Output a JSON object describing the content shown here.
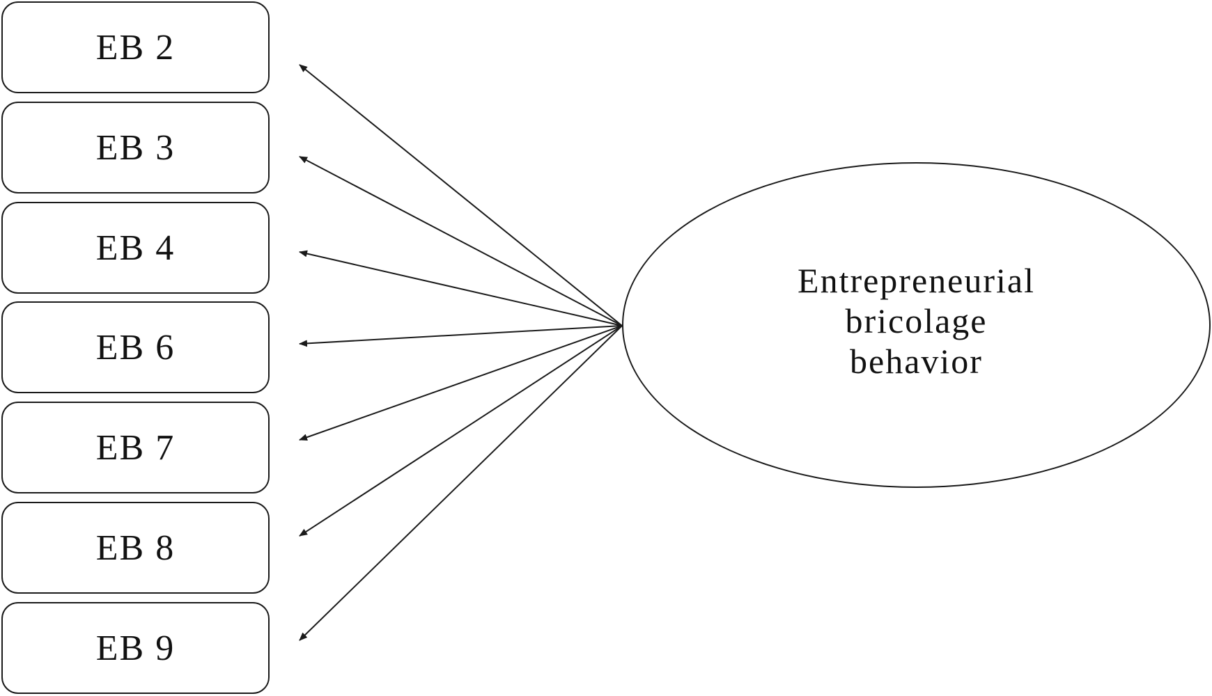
{
  "indicators": [
    {
      "label": "EB 2"
    },
    {
      "label": "EB 3"
    },
    {
      "label": "EB 4"
    },
    {
      "label": "EB 6"
    },
    {
      "label": "EB 7"
    },
    {
      "label": "EB 8"
    },
    {
      "label": "EB 9"
    }
  ],
  "construct": {
    "lines": [
      "Entrepreneurial",
      "bricolage",
      "behavior"
    ]
  },
  "colors": {
    "stroke": "#1a1a1a",
    "text": "#111111",
    "background": "#ffffff"
  }
}
